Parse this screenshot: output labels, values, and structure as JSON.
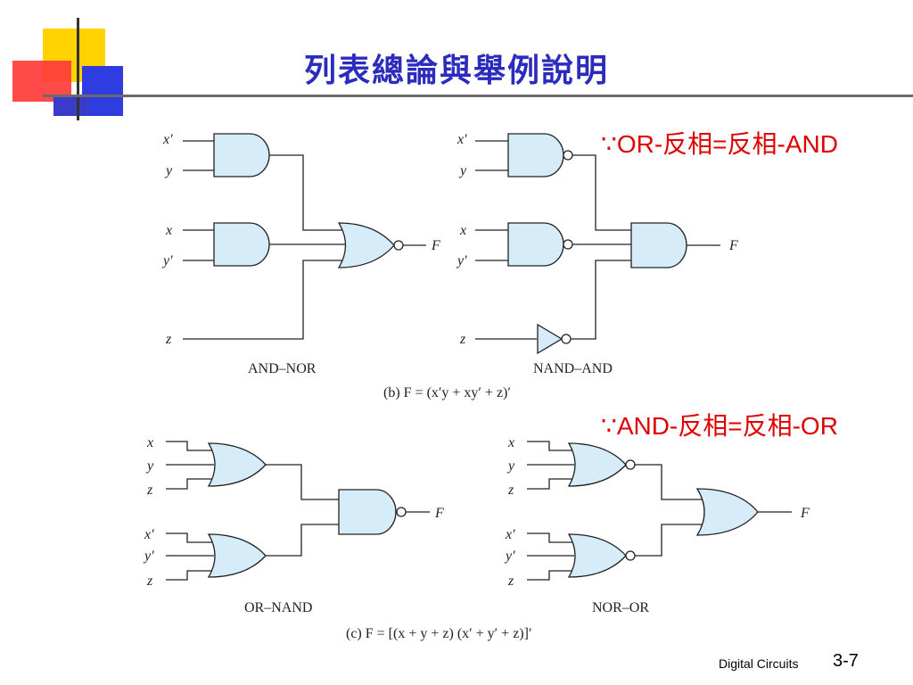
{
  "slide": {
    "title": "列表總論與舉例說明",
    "note_top": "∵OR-反相=反相-AND",
    "note_bottom": "∵AND-反相=反相-OR",
    "footer_text": "Digital Circuits",
    "page_number": "3-7"
  },
  "diagram_b": {
    "left": {
      "inputs": [
        "x′",
        "y",
        "x",
        "y′",
        "z"
      ],
      "output": "F",
      "caption": "AND–NOR"
    },
    "right": {
      "inputs": [
        "x′",
        "y",
        "x",
        "y′",
        "z"
      ],
      "output": "F",
      "caption": "NAND–AND"
    },
    "formula": "(b) F = (x′y + xy′ + z)′"
  },
  "diagram_c": {
    "left": {
      "inputs": [
        "x",
        "y",
        "z",
        "x′",
        "y′",
        "z"
      ],
      "output": "F",
      "caption": "OR–NAND"
    },
    "right": {
      "inputs": [
        "x",
        "y",
        "z",
        "x′",
        "y′",
        "z"
      ],
      "output": "F",
      "caption": "NOR–OR"
    },
    "formula": "(c) F = [(x + y + z) (x′ + y′ + z)]′"
  },
  "colors": {
    "title": "#2b2bbd",
    "note": "#e00000",
    "gate_fill": "#d6ecf9",
    "deco_yellow": "#ffd200",
    "deco_red": "#ff2a2a",
    "deco_blue": "#2f3ce0"
  }
}
